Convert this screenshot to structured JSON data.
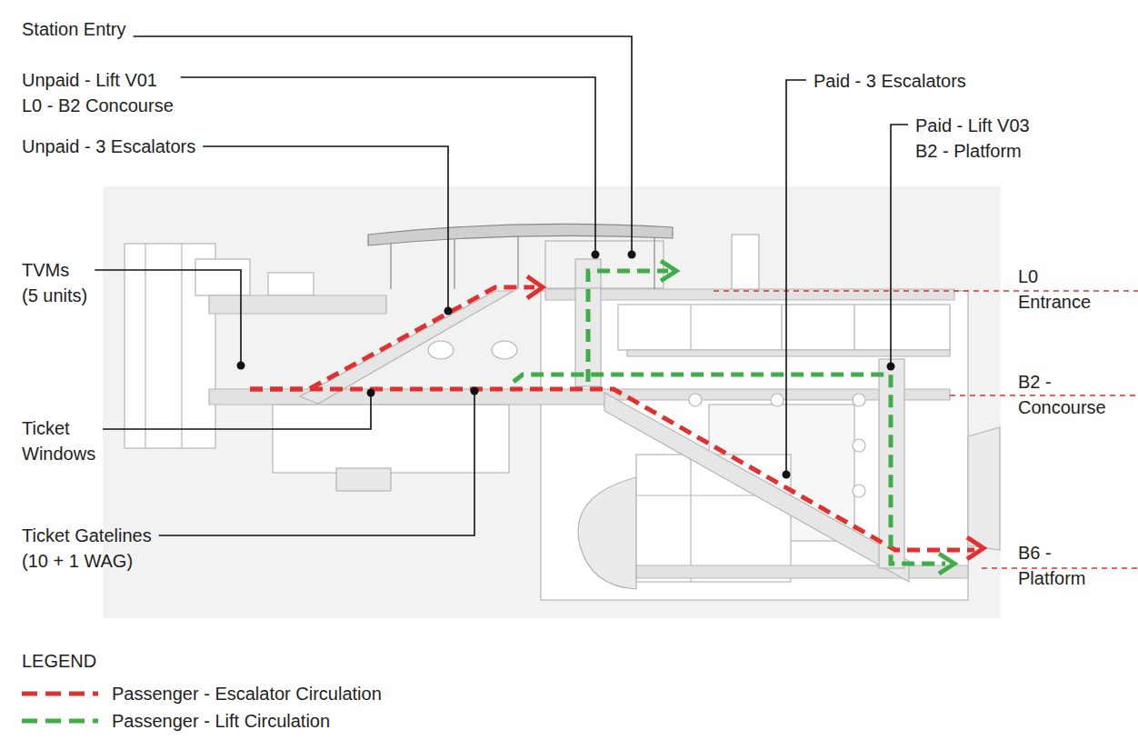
{
  "diagram": {
    "labels": [
      "Station Entry",
      "Unpaid - Lift V01 L0 - B2 Concourse",
      "Unpaid - 3 Escalators",
      "TVMs (5 units)",
      "Ticket Windows",
      "Ticket Gatelines (10 + 1 WAG)",
      "Paid - 3 Escalators",
      "Paid - Lift V03 B2 - Platform",
      "L0 Entrance",
      "B2 - Concourse",
      "B6 - Platform",
      "LEGEND"
    ],
    "legend": [
      {
        "text": "Passenger - Escalator Circulation"
      },
      {
        "text": "Passenger - Lift Circulation"
      }
    ]
  }
}
